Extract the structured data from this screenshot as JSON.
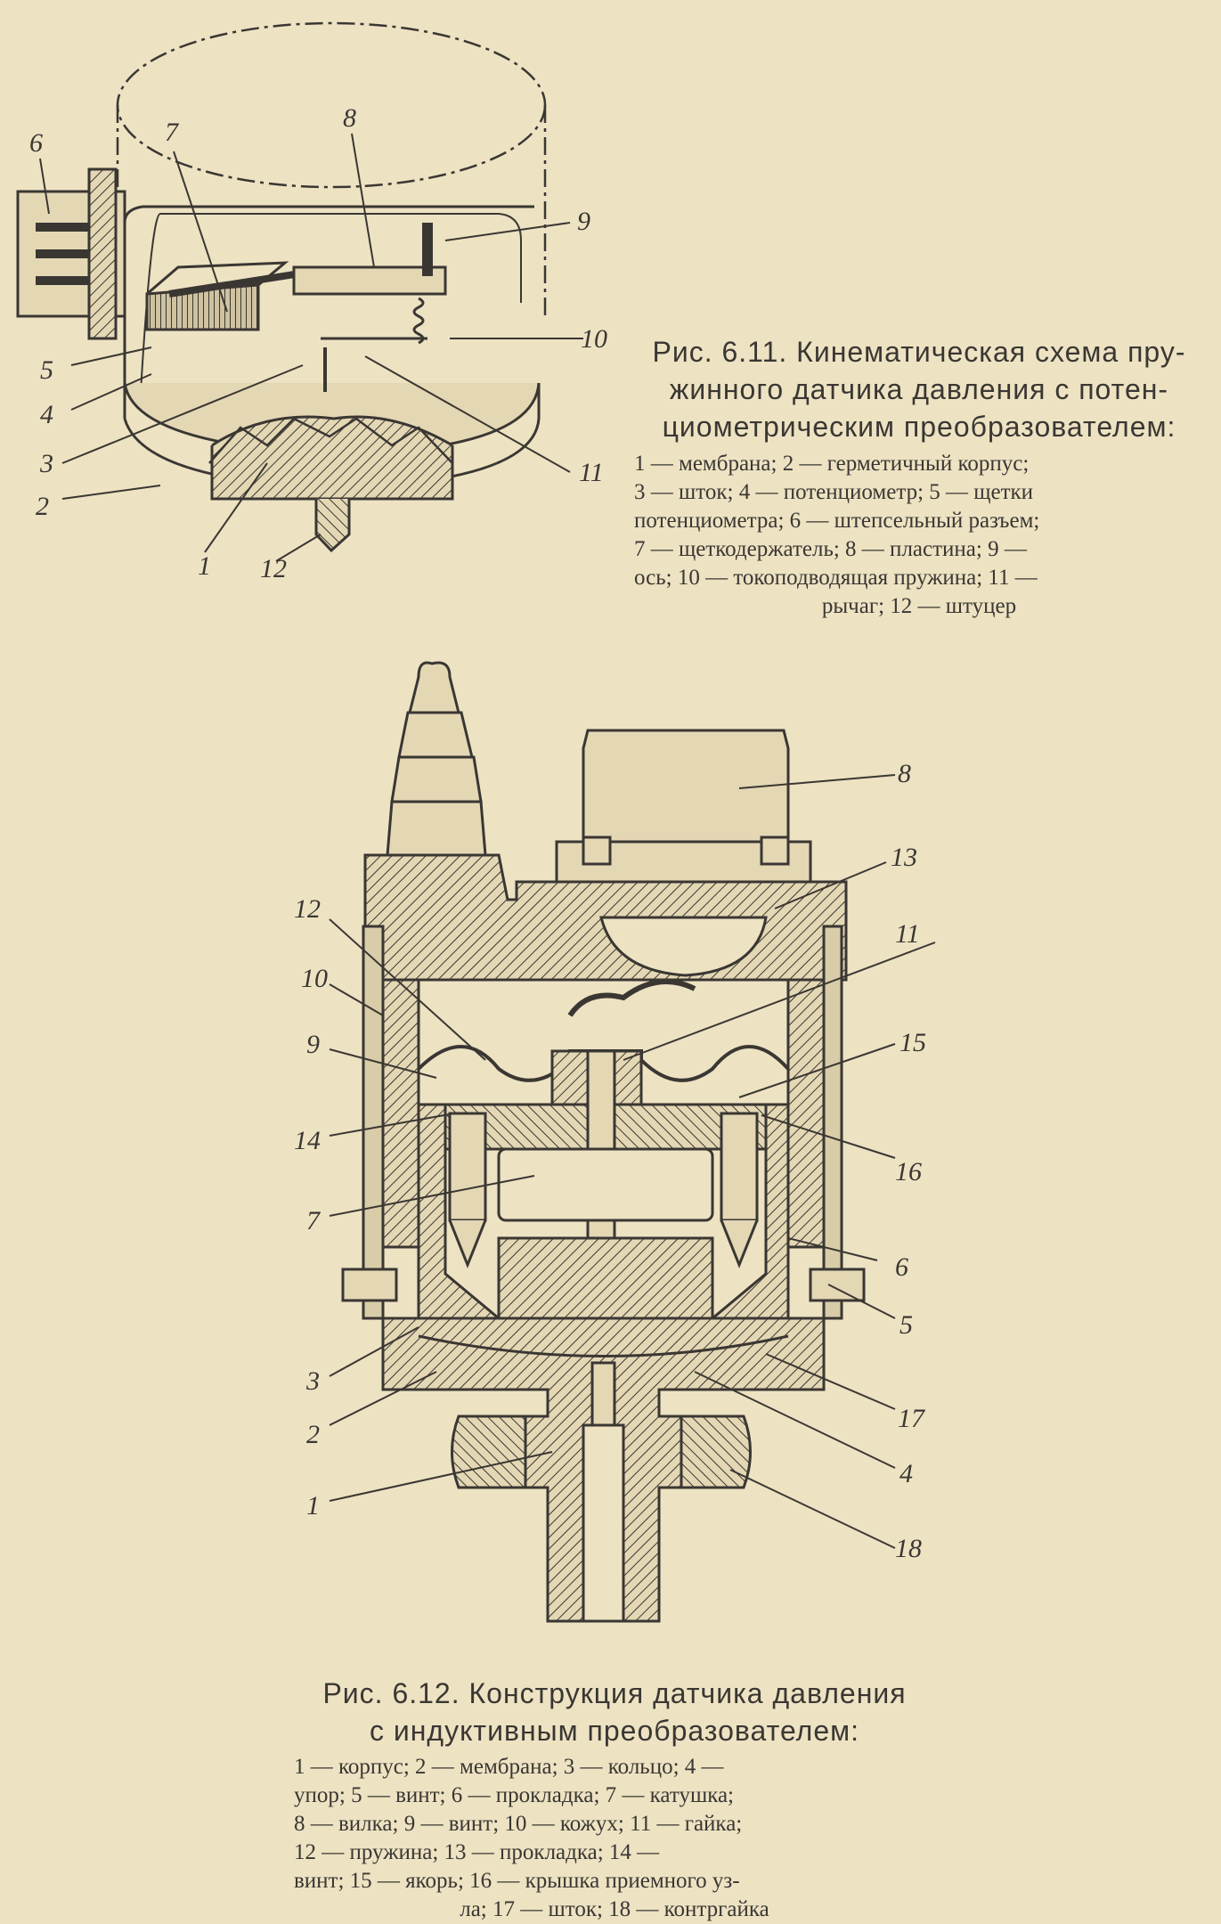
{
  "fig611": {
    "title_lines": [
      "Рис. 6.11. Кинематическая схема пру-",
      "жинного датчика давления с потен-",
      "циометрическим преобразователем:"
    ],
    "legend_lines": [
      "1 — мембрана; 2 — герметичный корпус;",
      "3 — шток; 4 — потенциометр; 5 — щетки",
      "потенциометра; 6 — штепсельный разъем;",
      "7 — щеткодержатель; 8 — пластина; 9 —",
      "ось; 10 — токоподводящая пружина; 11 —",
      "рычаг; 12 — штуцер"
    ],
    "labels": [
      "1",
      "2",
      "3",
      "4",
      "5",
      "6",
      "7",
      "8",
      "9",
      "10",
      "11",
      "12"
    ]
  },
  "fig612": {
    "title_lines": [
      "Рис. 6.12. Конструкция датчика давления",
      "с индуктивным преобразователем:"
    ],
    "legend_lines": [
      "1 — корпус; 2 — мембрана; 3 — кольцо; 4 —",
      "упор; 5 — винт; 6 — прокладка; 7 — катушка;",
      "8 — вилка; 9 — винт; 10 — кожух; 11 — гайка;",
      "12 — пружина; 13 — прокладка; 14 —",
      "винт; 15 — якорь; 16 — крышка приемного уз-",
      "ла; 17 — шток; 18 — контргайка"
    ],
    "labels": [
      "1",
      "2",
      "3",
      "4",
      "5",
      "6",
      "7",
      "8",
      "9",
      "10",
      "11",
      "12",
      "13",
      "14",
      "15",
      "16",
      "17",
      "18"
    ]
  }
}
